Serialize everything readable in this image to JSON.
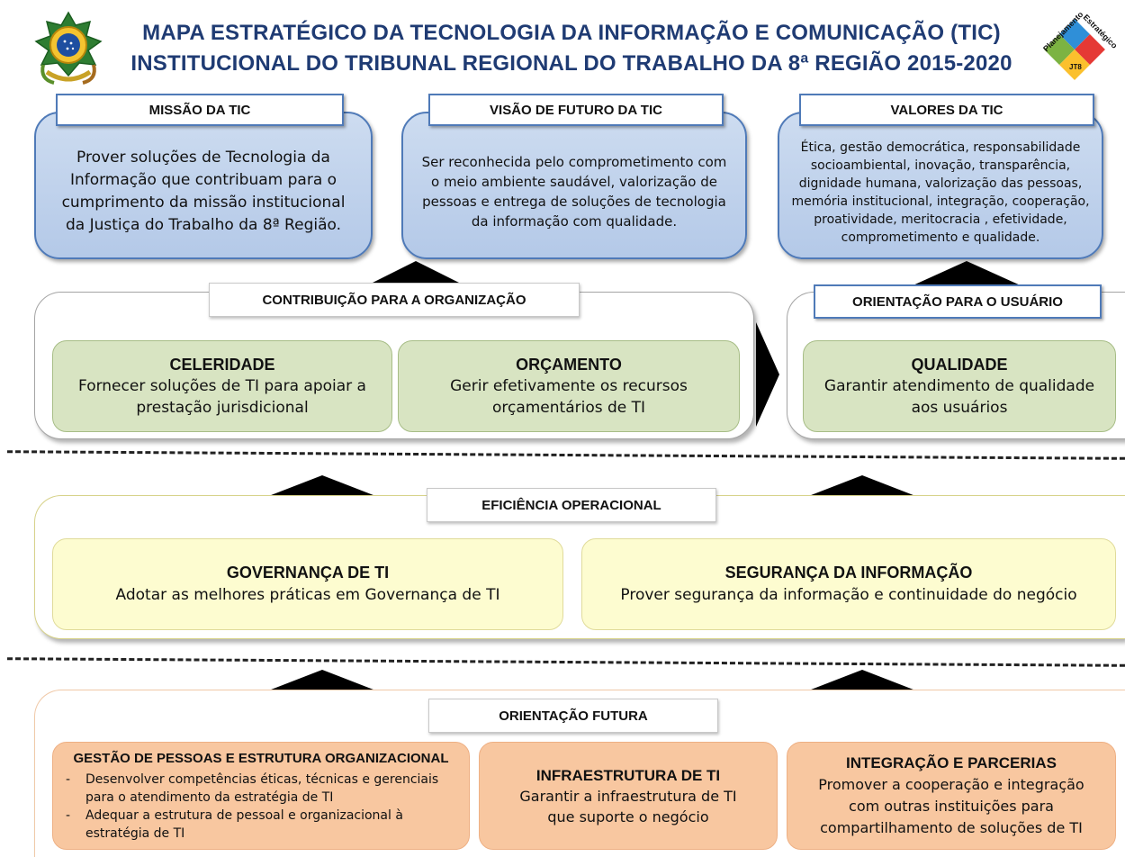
{
  "header": {
    "title_line1": "MAPA ESTRATÉGICO DA TECNOLOGIA DA INFORMAÇÃO E COMUNICAÇÃO (TIC)",
    "title_line2": "INSTITUCIONAL DO TRIBUNAL REGIONAL DO TRABALHO DA 8ª REGIÃO  2015-2020",
    "logo_right_text": [
      "Planejamento",
      "Estratégico",
      "JT8"
    ],
    "logo_left_icon": "brazil-coat-of-arms-icon",
    "logo_right_icon": "puzzle-logo-icon"
  },
  "top": {
    "missao": {
      "label": "MISSÃO DA TIC",
      "text": "Prover soluções de Tecnologia da Informação que contribuam para o cumprimento da missão institucional da Justiça do Trabalho da 8ª Região."
    },
    "visao": {
      "label": "VISÃO DE FUTURO DA TIC",
      "text": "Ser reconhecida pelo comprometimento com o meio ambiente saudável, valorização de pessoas e entrega de soluções de tecnologia da informação com qualidade."
    },
    "valores": {
      "label": "VALORES DA TIC",
      "text": "Ética, gestão democrática, responsabilidade socioambiental, inovação, transparência, dignidade humana, valorização das pessoas, memória institucional, integração, cooperação, proatividade, meritocracia , efetividade, comprometimento e qualidade."
    }
  },
  "contribuicao": {
    "label": "CONTRIBUIÇÃO PARA A ORGANIZAÇÃO",
    "boxes": [
      {
        "title": "CELERIDADE",
        "line1": "Fornecer soluções de TI para apoiar a",
        "line2": "prestação jurisdicional"
      },
      {
        "title": "ORÇAMENTO",
        "line1": "Gerir efetivamente os recursos",
        "line2": "orçamentários de TI"
      }
    ]
  },
  "usuario": {
    "label": "ORIENTAÇÃO PARA O USUÁRIO",
    "box": {
      "title": "QUALIDADE",
      "line1": "Garantir atendimento de qualidade",
      "line2": "aos usuários"
    }
  },
  "eficiencia": {
    "label": "EFICIÊNCIA OPERACIONAL",
    "boxes": [
      {
        "title": "GOVERNANÇA DE TI",
        "line1": "Adotar as melhores práticas em Governança de TI"
      },
      {
        "title": "SEGURANÇA DA INFORMAÇÃO",
        "line1": "Prover segurança da informação e continuidade do negócio"
      }
    ]
  },
  "futura": {
    "label": "ORIENTAÇÃO FUTURA",
    "gestao": {
      "title": "GESTÃO DE PESSOAS E ESTRUTURA ORGANIZACIONAL",
      "bullets": [
        "Desenvolver competências éticas, técnicas e gerenciais para o atendimento da estratégia de TI",
        "Adequar a estrutura de pessoal e organizacional à estratégia de TI"
      ]
    },
    "infra": {
      "title": "INFRAESTRUTURA DE TI",
      "line1": "Garantir a infraestrutura de TI",
      "line2": "que suporte o negócio"
    },
    "integracao": {
      "title": "INTEGRAÇÃO E PARCERIAS",
      "line1": "Promover a cooperação e integração",
      "line2": "com outras instituições para",
      "line3": "compartilhamento de soluções de TI"
    }
  },
  "colors": {
    "title": "#1f3b73",
    "blue_fill": "#b4c9e8",
    "blue_border": "#4f7ab8",
    "green_fill": "#d8e4c2",
    "yellow_fill": "#fdfcd0",
    "orange_fill": "#f8c7a0"
  }
}
